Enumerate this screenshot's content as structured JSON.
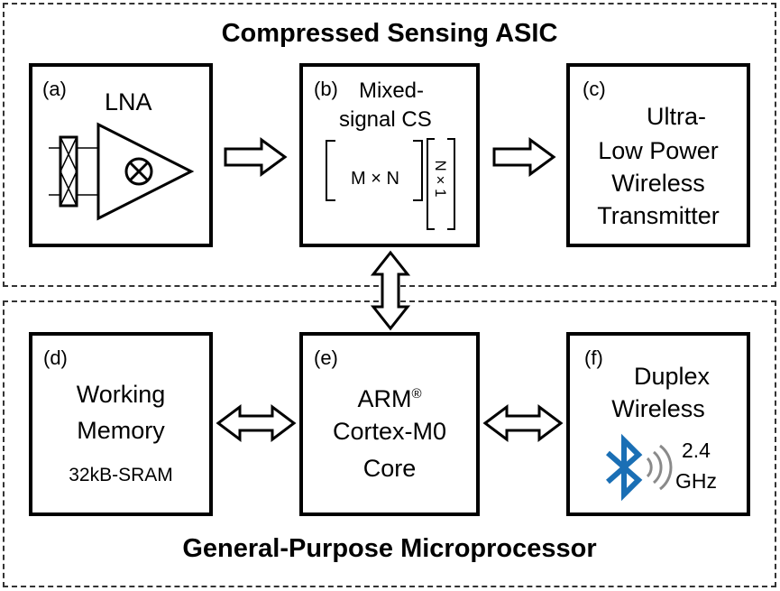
{
  "groups": {
    "asic_title": "Compressed Sensing ASIC",
    "mcu_title": "General-Purpose Microprocessor"
  },
  "blocks": {
    "a": {
      "tag": "(a)",
      "label": "LNA"
    },
    "b": {
      "tag": "(b)",
      "label_line1": "Mixed-",
      "label_line2": "signal CS",
      "matrix_label": "M × N",
      "vector_label": "N × 1"
    },
    "c": {
      "tag": "(c)",
      "lines": [
        "Ultra-",
        "Low Power",
        "Wireless",
        "Transmitter"
      ]
    },
    "d": {
      "tag": "(d)",
      "line1": "Working",
      "line2": "Memory",
      "detail": "32kB-SRAM"
    },
    "e": {
      "tag": "(e)",
      "line1": "ARM",
      "line1_mark": "®",
      "line2": "Cortex-M0",
      "line3": "Core"
    },
    "f": {
      "tag": "(f)",
      "line1": "Duplex",
      "line2": "Wireless",
      "freq_line1": "2.4",
      "freq_line2": "GHz"
    }
  },
  "colors": {
    "bluetooth": "#1a6fb5",
    "wave": "#8a8a8a"
  }
}
